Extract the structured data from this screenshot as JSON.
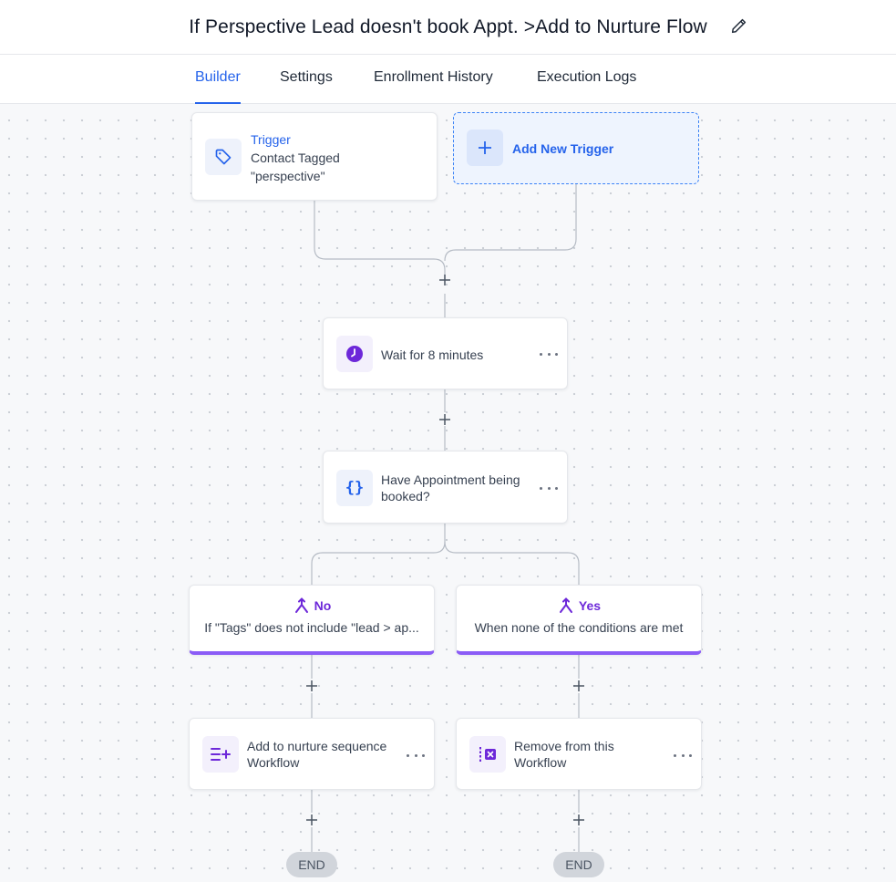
{
  "header": {
    "title": "If Perspective Lead doesn't book Appt. >Add to Nurture Flow"
  },
  "tabs": [
    {
      "label": "Builder",
      "active": true
    },
    {
      "label": "Settings",
      "active": false
    },
    {
      "label": "Enrollment History",
      "active": false
    },
    {
      "label": "Execution Logs",
      "active": false
    }
  ],
  "trigger": {
    "label": "Trigger",
    "line1": "Contact Tagged",
    "line2": "\"perspective\"",
    "icon": "tag-icon"
  },
  "add_trigger": {
    "label": "Add New Trigger",
    "icon": "plus-icon"
  },
  "wait_node": {
    "label": "Wait for 8 minutes",
    "icon": "clock-icon"
  },
  "condition_node": {
    "line1": "Have Appointment being",
    "line2": "booked?",
    "icon": "braces-icon"
  },
  "branches": [
    {
      "name": "No",
      "description": "If \"Tags\" does not include \"lead > ap...",
      "icon": "branch-icon"
    },
    {
      "name": "Yes",
      "description": "When none of the conditions are met",
      "icon": "branch-icon"
    }
  ],
  "actions": [
    {
      "line1": "Add to nurture sequence",
      "line2": "Workflow",
      "icon": "list-add-icon"
    },
    {
      "line1": "Remove from this",
      "line2": "Workflow",
      "icon": "workflow-remove-icon"
    }
  ],
  "end_label": "END",
  "colors": {
    "accent": "#2563eb",
    "branch_purple": "#8b5cf6",
    "canvas_bg": "#f7f8fa"
  }
}
